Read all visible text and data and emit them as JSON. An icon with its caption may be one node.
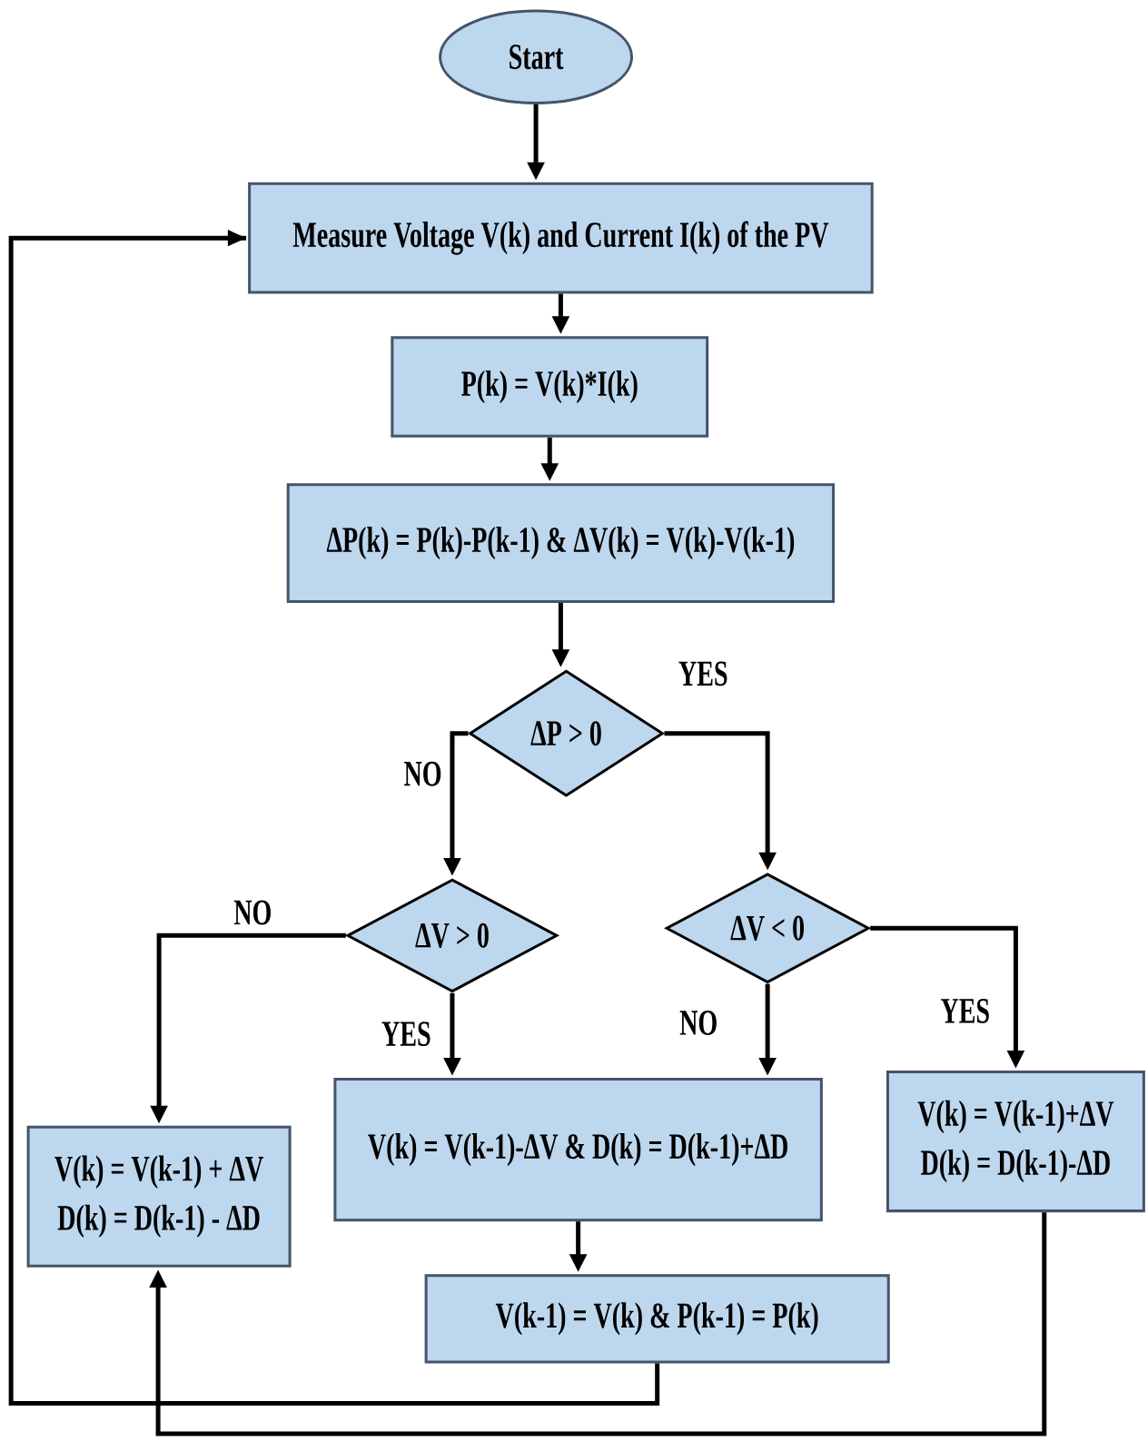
{
  "diagram": {
    "nodes": [
      {
        "text": [
          "Start"
        ]
      },
      {
        "text": [
          "Measure Voltage V(k) and Current I(k) of the PV"
        ]
      },
      {
        "text": [
          "P(k) = V(k)*I(k)"
        ]
      },
      {
        "text": [
          "ΔP(k) = P(k)-P(k-1) & ΔV(k) = V(k)-V(k-1)"
        ]
      },
      {
        "text": [
          "ΔP > 0"
        ]
      },
      {
        "text": [
          "ΔV > 0"
        ]
      },
      {
        "text": [
          "ΔV < 0"
        ]
      },
      {
        "text": [
          "V(k) = V(k-1) + ΔV",
          "D(k) = D(k-1) - ΔD"
        ]
      },
      {
        "text": [
          "V(k) = V(k-1)-ΔV & D(k) = D(k-1)+ΔD"
        ]
      },
      {
        "text": [
          "V(k) = V(k-1)+ΔV",
          "D(k) = D(k-1)-ΔD"
        ]
      },
      {
        "text": [
          "V(k-1) = V(k) & P(k-1) = P(k)"
        ]
      }
    ],
    "edges": [
      {
        "from": 0,
        "to": 1,
        "arrow": "to"
      },
      {
        "from": 1,
        "to": 2,
        "arrow": "to"
      },
      {
        "from": 2,
        "to": 3,
        "arrow": "to"
      },
      {
        "from": 3,
        "to": 4,
        "arrow": "to"
      },
      {
        "from": 4,
        "to": 6,
        "arrow": "to",
        "label": "YES"
      },
      {
        "from": 4,
        "to": 5,
        "arrow": "to",
        "label": "NO"
      },
      {
        "from": 5,
        "to": 7,
        "arrow": "to",
        "label": "NO"
      },
      {
        "from": 5,
        "to": 8,
        "arrow": "to",
        "label": "YES"
      },
      {
        "from": 6,
        "to": 8,
        "arrow": "to",
        "label": "NO"
      },
      {
        "from": 6,
        "to": 9,
        "arrow": "to",
        "label": "YES"
      },
      {
        "from": 8,
        "to": 10,
        "arrow": "to"
      },
      {
        "from": 10,
        "to": 1,
        "arrow": "to"
      },
      {
        "from": 9,
        "to": 7,
        "arrow": "to"
      }
    ]
  }
}
